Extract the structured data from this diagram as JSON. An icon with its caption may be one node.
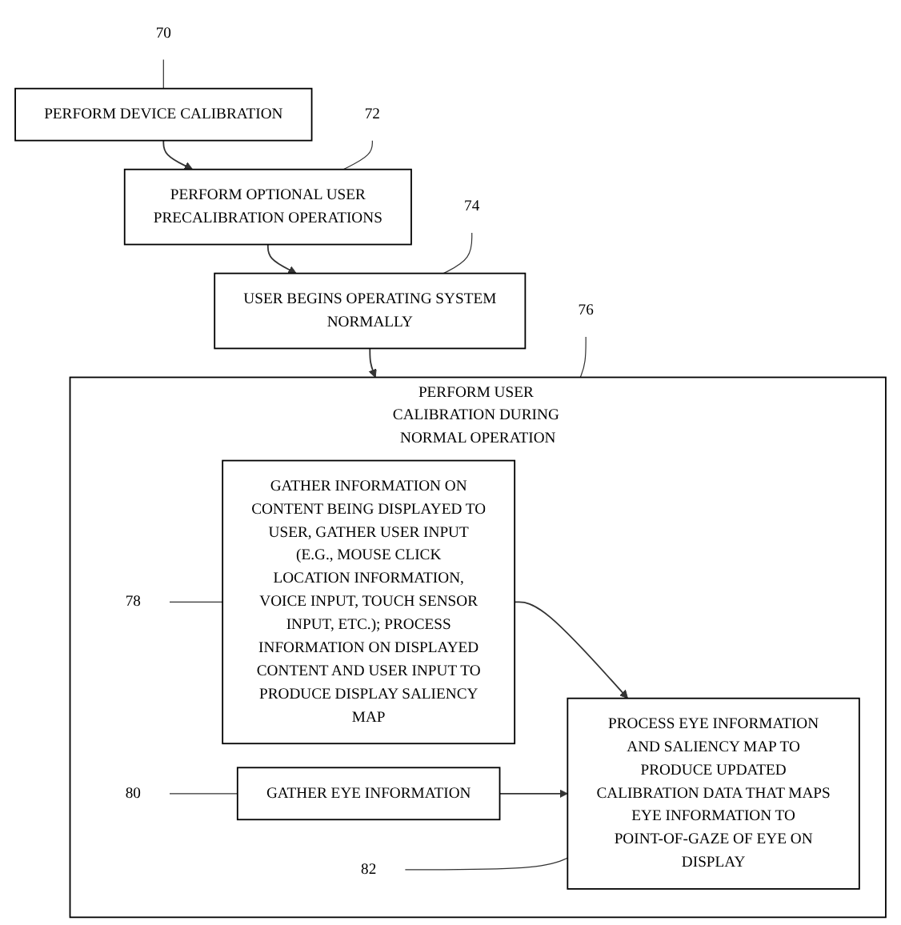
{
  "diagram": {
    "nodes": [
      {
        "text": [
          "PERFORM DEVICE CALIBRATION"
        ]
      },
      {
        "text": [
          "70"
        ]
      },
      {
        "text": [
          "PERFORM OPTIONAL USER PRECALIBRATION OPERATIONS"
        ]
      },
      {
        "text": [
          "72"
        ]
      },
      {
        "text": [
          "USER BEGINS OPERATING SYSTEM NORMALLY"
        ]
      },
      {
        "text": [
          "74"
        ]
      },
      {
        "text": [
          "PERFORM USER CALIBRATION DURING NORMAL OPERATION"
        ]
      },
      {
        "text": [
          "76"
        ]
      },
      {
        "text": [
          "GATHER INFORMATION ON CONTENT BEING DISPLAYED TO USER, GATHER USER INPUT (E.G., MOUSE CLICK LOCATION INFORMATION, VOICE INPUT, TOUCH SENSOR INPUT, ETC.); PROCESS INFORMATION ON DISPLAYED CONTENT AND USER INPUT TO PRODUCE DISPLAY SALIENCY MAP"
        ],
        "in": 6
      },
      {
        "text": [
          "78"
        ],
        "in": 6
      },
      {
        "text": [
          "GATHER EYE INFORMATION"
        ],
        "in": 6
      },
      {
        "text": [
          "80"
        ],
        "in": 6
      },
      {
        "text": [
          "PROCESS EYE INFORMATION AND SALIENCY MAP TO PRODUCE UPDATED CALIBRATION DATA THAT MAPS EYE INFORMATION TO POINT-OF-GAZE OF EYE ON DISPLAY"
        ],
        "in": 6
      },
      {
        "text": [
          "82"
        ],
        "in": 6
      }
    ],
    "edges": [
      {
        "from": 0,
        "to": 2,
        "arrow": "to"
      },
      {
        "from": 2,
        "to": 4,
        "arrow": "to"
      },
      {
        "from": 4,
        "to": 6,
        "arrow": "to"
      },
      {
        "from": 8,
        "to": 12,
        "arrow": "to"
      },
      {
        "from": 10,
        "to": 12,
        "arrow": "to"
      },
      {
        "from": 1,
        "to": 0,
        "arrow": "none"
      },
      {
        "from": 3,
        "to": 2,
        "arrow": "none"
      },
      {
        "from": 5,
        "to": 4,
        "arrow": "none"
      },
      {
        "from": 7,
        "to": 6,
        "arrow": "none"
      },
      {
        "from": 9,
        "to": 8,
        "arrow": "none"
      },
      {
        "from": 11,
        "to": 10,
        "arrow": "none"
      },
      {
        "from": 13,
        "to": 12,
        "arrow": "none"
      }
    ]
  }
}
